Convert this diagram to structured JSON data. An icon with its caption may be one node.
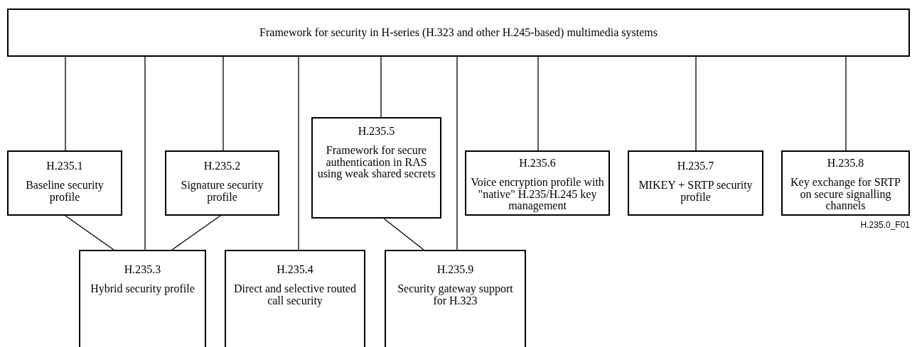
{
  "diagram": {
    "nodes": [
      {
        "text": [
          "Framework for security in H-series (H.323 and other H.245-based) multimedia systems"
        ]
      },
      {
        "text": [
          "H.235.1",
          "Baseline security profile"
        ]
      },
      {
        "text": [
          "H.235.2",
          "Signature security profile"
        ]
      },
      {
        "text": [
          "H.235.5",
          "Framework for secure authentication in RAS using weak shared secrets"
        ]
      },
      {
        "text": [
          "H.235.6",
          "Voice encryption profile with \"native\" H.235/H.245 key management"
        ]
      },
      {
        "text": [
          "H.235.7",
          "MIKEY + SRTP security profile"
        ]
      },
      {
        "text": [
          "H.235.8",
          "Key exchange for SRTP on secure signalling channels"
        ]
      },
      {
        "text": [
          "H.235.3",
          "Hybrid security profile"
        ]
      },
      {
        "text": [
          "H.235.4",
          "Direct and selective routed call security"
        ]
      },
      {
        "text": [
          "H.235.9",
          "Security gateway support for H.323"
        ]
      }
    ],
    "edges": [
      {
        "from": 0,
        "to": 1,
        "arrow": "none"
      },
      {
        "from": 0,
        "to": 7,
        "arrow": "none"
      },
      {
        "from": 0,
        "to": 2,
        "arrow": "none"
      },
      {
        "from": 0,
        "to": 8,
        "arrow": "none"
      },
      {
        "from": 0,
        "to": 3,
        "arrow": "none"
      },
      {
        "from": 0,
        "to": 9,
        "arrow": "none"
      },
      {
        "from": 0,
        "to": 4,
        "arrow": "none"
      },
      {
        "from": 0,
        "to": 5,
        "arrow": "none"
      },
      {
        "from": 0,
        "to": 6,
        "arrow": "none"
      },
      {
        "from": 1,
        "to": 7,
        "arrow": "none"
      },
      {
        "from": 2,
        "to": 7,
        "arrow": "none"
      },
      {
        "from": 3,
        "to": 9,
        "arrow": "none"
      }
    ],
    "labels": [
      "H.235.0_F01"
    ]
  }
}
